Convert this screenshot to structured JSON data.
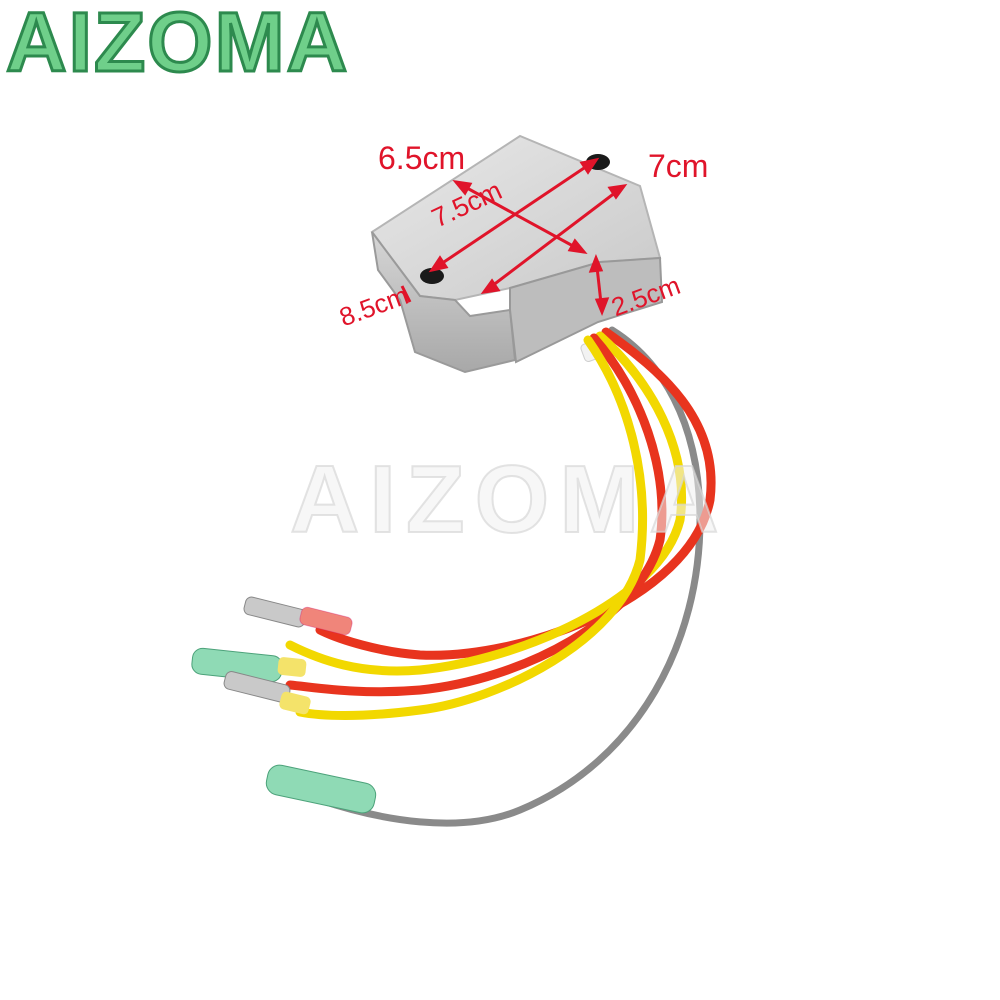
{
  "brand": {
    "logo_text": "AIZOMA",
    "watermark_text": "AIZOMA"
  },
  "dimensions": {
    "top_width": "6.5cm",
    "right_length": "7cm",
    "diagonal": "7.5cm",
    "left_side": "8.5cm",
    "height": "2.5cm"
  },
  "colors": {
    "brand_green": "#6fcf8a",
    "dimension_red": "#e0142a",
    "wire_red": "#e8341e",
    "wire_yellow": "#f2d800",
    "wire_gray": "#8a8a8a",
    "housing": "#d9d9d9"
  },
  "product": {
    "name": "voltage regulator rectifier",
    "wires": [
      "red",
      "yellow",
      "yellow",
      "red",
      "gray"
    ]
  }
}
